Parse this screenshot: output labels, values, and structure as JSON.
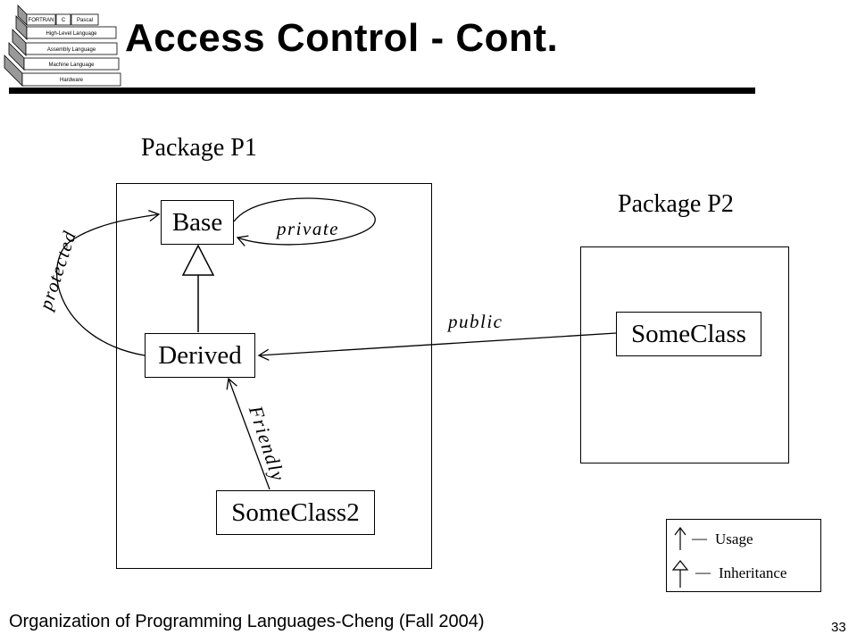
{
  "slide": {
    "title": "Access Control - Cont.",
    "footer": "Organization of Programming Languages-Cheng (Fall 2004)",
    "page_number": "33"
  },
  "logo": {
    "icon": "language-layers-logo",
    "layers": [
      "Hardware",
      "Machine Language",
      "Assembly Language",
      "High-Level Language"
    ],
    "top_languages": [
      "FORTRAN",
      "C",
      "Pascal"
    ]
  },
  "packages": {
    "p1": {
      "label": "Package P1",
      "classes": {
        "base": "Base",
        "derived": "Derived",
        "someclass2": "SomeClass2"
      }
    },
    "p2": {
      "label": "Package P2",
      "classes": {
        "someclass": "SomeClass"
      }
    }
  },
  "edges": {
    "private": "private",
    "protected": "protected",
    "public": "public",
    "friendly": "Friendly"
  },
  "legend": {
    "usage": "Usage",
    "inheritance": "Inheritance",
    "dash": "—"
  }
}
